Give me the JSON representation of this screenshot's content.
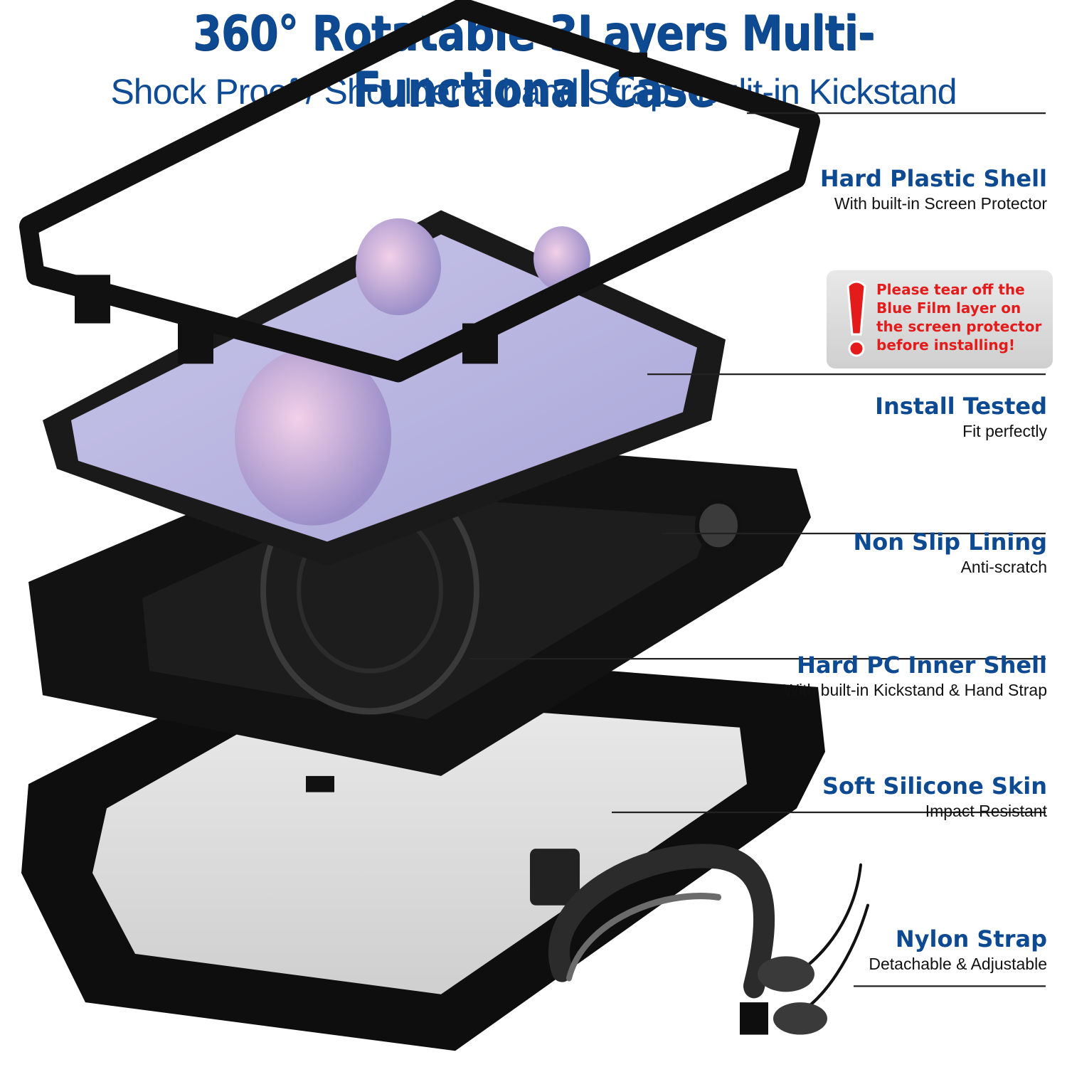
{
  "header": {
    "title": "360° Rotatable 3Layers Multi-Functional Case",
    "subtitle": "Shock Proof / Shoulder & hand Strap / Bulit-in Kickstand"
  },
  "features": [
    {
      "title": "Hard Plastic Shell",
      "subtitle": "With built-in Screen Protector"
    },
    {
      "title": "Install Tested",
      "subtitle": "Fit perfectly"
    },
    {
      "title": "Non Slip Lining",
      "subtitle": "Anti-scratch"
    },
    {
      "title": "Hard PC Inner Shell",
      "subtitle": "With built-in Kickstand & Hand Strap"
    },
    {
      "title": "Soft Silicone Skin",
      "subtitle": "Impact Resistant"
    },
    {
      "title": "Nylon Strap",
      "subtitle": "Detachable & Adjustable"
    }
  ],
  "warning": {
    "lines": [
      "Please tear off the",
      "Blue Film layer on",
      "the screen protector",
      "before installing!"
    ]
  },
  "colors": {
    "title": "#0d4a91",
    "warning": "#e31b1b",
    "case": "#111111"
  }
}
